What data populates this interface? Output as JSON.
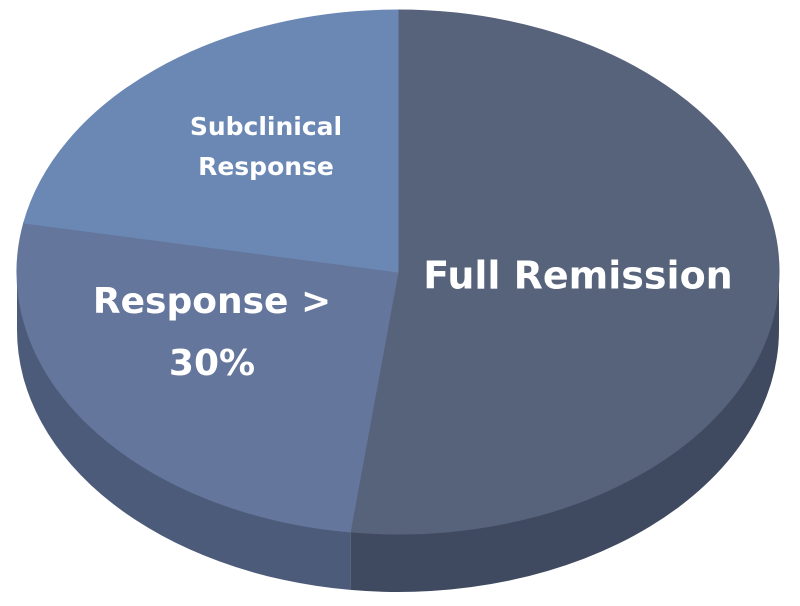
{
  "chart_data": {
    "type": "pie",
    "style": "3d",
    "slices": [
      {
        "label": "Full Remission",
        "label_lines": [
          "Full Remission"
        ],
        "value": 52,
        "color": "#57627b",
        "side_color": "#3f4a60"
      },
      {
        "label": "Response > 30%",
        "label_lines": [
          "Response >",
          "30%"
        ],
        "value": 26,
        "color": "#65769c",
        "side_color": "#4d5b7a"
      },
      {
        "label": "Subclinical Response",
        "label_lines": [
          "Subclinical",
          "Response"
        ],
        "value": 22,
        "color": "#6b88b4",
        "side_color": "#556f95"
      }
    ]
  }
}
